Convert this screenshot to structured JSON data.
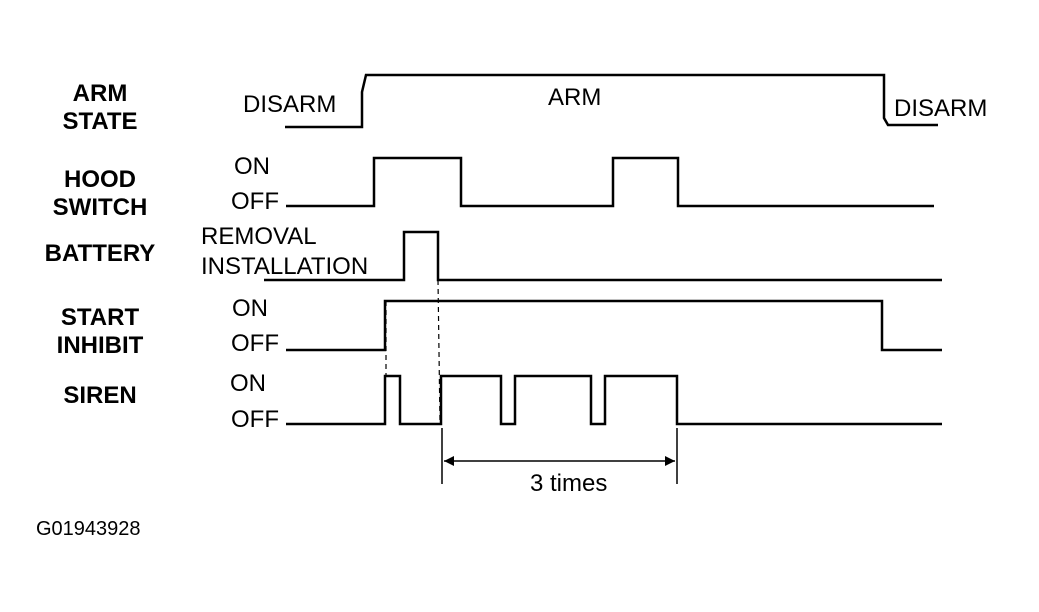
{
  "signals": [
    {
      "name": "ARM\nSTATE",
      "levels": [
        "DISARM",
        "ARM",
        "DISARM"
      ]
    },
    {
      "name": "HOOD\nSWITCH",
      "levels": [
        "ON",
        "OFF"
      ]
    },
    {
      "name": "BATTERY",
      "levels": [
        "REMOVAL",
        "INSTALLATION"
      ]
    },
    {
      "name": "START\nINHIBIT",
      "levels": [
        "ON",
        "OFF"
      ]
    },
    {
      "name": "SIREN",
      "levels": [
        "ON",
        "OFF"
      ]
    }
  ],
  "annotation": {
    "repeat_label": "3 times"
  },
  "figure_id": "G01943928",
  "colors": {
    "ink": "#000000",
    "background": "#ffffff"
  }
}
